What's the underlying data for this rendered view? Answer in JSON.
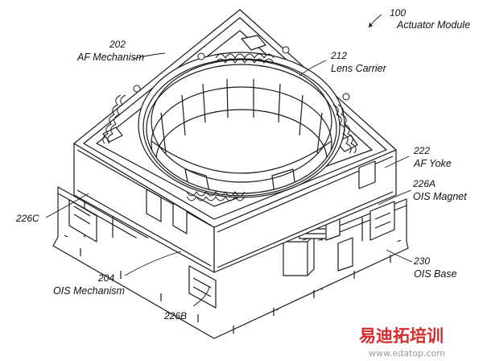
{
  "labels": {
    "actuator_module": {
      "num": "100",
      "text": "Actuator Module"
    },
    "af_mechanism": {
      "num": "202",
      "text": "AF Mechanism"
    },
    "lens_carrier": {
      "num": "212",
      "text": "Lens Carrier"
    },
    "af_yoke": {
      "num": "222",
      "text": "AF Yoke"
    },
    "ois_magnet": {
      "num": "226A",
      "text": "OIS Magnet"
    },
    "magnet_c": {
      "num": "226C"
    },
    "ois_base": {
      "num": "230",
      "text": "OIS Base"
    },
    "ois_mechanism": {
      "num": "204",
      "text": "OIS Mechanism"
    },
    "magnet_b": {
      "num": "226B"
    }
  },
  "watermark": {
    "cn_text": "易迪拓培训",
    "url": "www.edatop.com"
  },
  "colors": {
    "line": "#1a1a1a",
    "watermark_red": "#d62b2b",
    "watermark_gray": "#9a9a9a"
  }
}
